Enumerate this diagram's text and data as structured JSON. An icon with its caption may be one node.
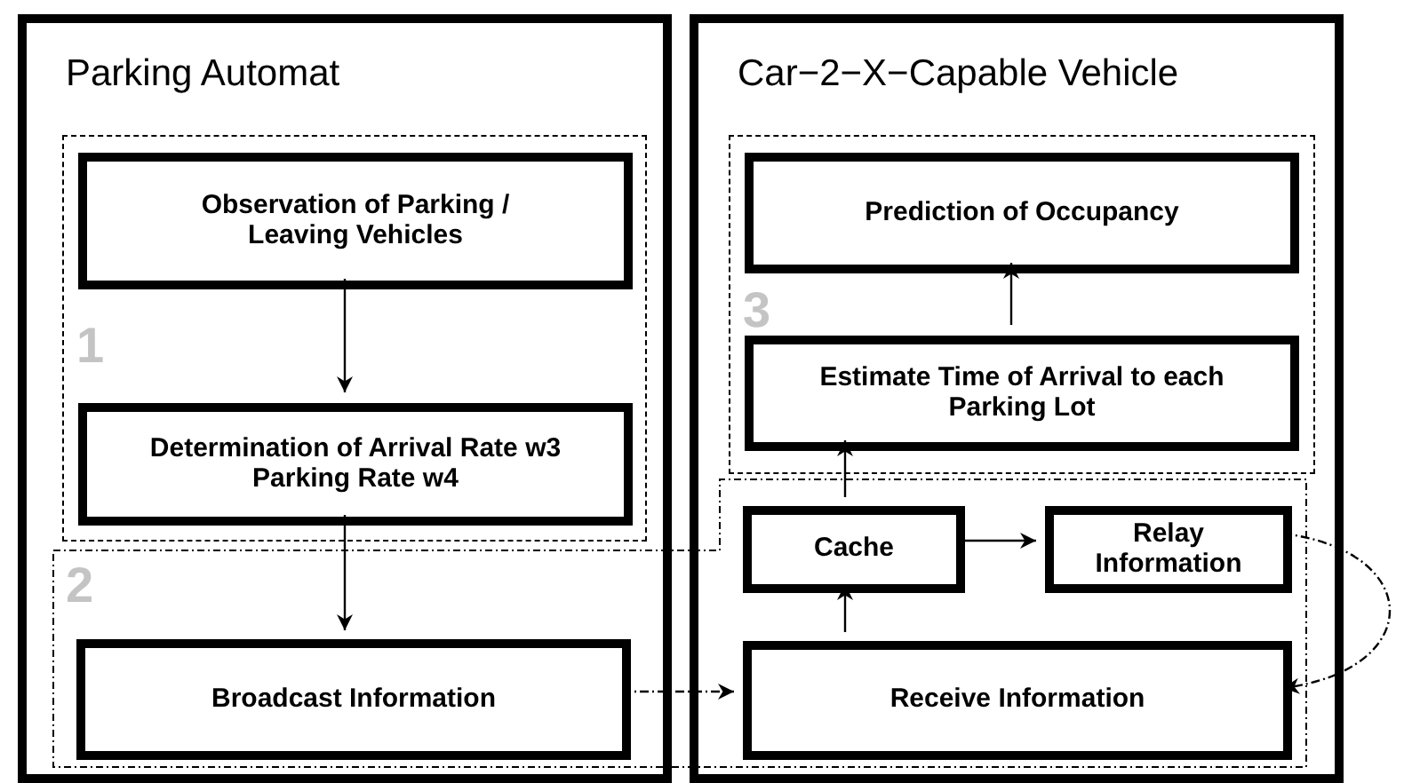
{
  "diagram": {
    "nodes": [
      {
        "text": [
          "Parking Automat"
        ]
      },
      {
        "text": [
          "1"
        ],
        "in": 0
      },
      {
        "text": [
          "Observation of Parking / Leaving Vehicles"
        ],
        "in": 1
      },
      {
        "text": [
          "Determination of Arrival Rate w3 Parking Rate w4"
        ],
        "in": 1
      },
      {
        "text": [
          "Broadcast Information"
        ],
        "in": 0
      },
      {
        "text": [
          "Car−2−X−Capable Vehicle"
        ]
      },
      {
        "text": [
          "3"
        ],
        "in": 5
      },
      {
        "text": [
          "Prediction of Occupancy"
        ],
        "in": 6
      },
      {
        "text": [
          "Estimate Time of Arrival to each Parking Lot"
        ],
        "in": 6
      },
      {
        "text": [
          "Cache"
        ],
        "in": 5
      },
      {
        "text": [
          "Relay Information"
        ],
        "in": 5
      },
      {
        "text": [
          "Receive Information"
        ],
        "in": 5
      }
    ],
    "edges": [
      {
        "from": 2,
        "to": 3,
        "arrow": "to"
      },
      {
        "from": 3,
        "to": 4,
        "arrow": "to"
      },
      {
        "from": 4,
        "to": 11,
        "arrow": "to",
        "style": "dashed"
      },
      {
        "from": 11,
        "to": 9,
        "arrow": "to"
      },
      {
        "from": 9,
        "to": 10,
        "arrow": "to"
      },
      {
        "from": 9,
        "to": 8,
        "arrow": "to"
      },
      {
        "from": 8,
        "to": 7,
        "arrow": "to"
      },
      {
        "from": 10,
        "to": 11,
        "arrow": "to",
        "style": "dashed"
      }
    ],
    "labels": [
      "2"
    ]
  }
}
